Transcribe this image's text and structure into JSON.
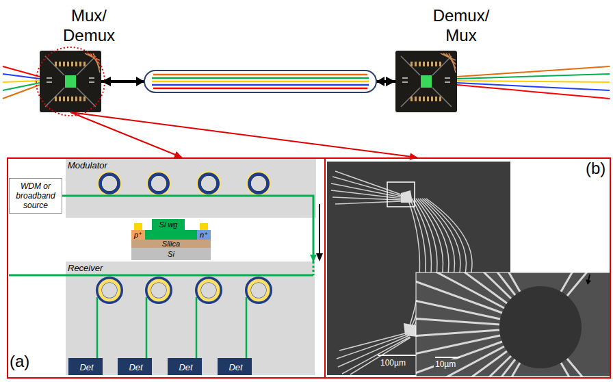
{
  "diagram": {
    "nodes": [
      {
        "text": [
          "Mux/ Demux"
        ]
      },
      {
        "text": [
          "Demux/ Mux"
        ]
      },
      {
        "text": [
          "(a)"
        ]
      },
      {
        "text": [
          "Modulator"
        ],
        "in": 2
      },
      {
        "text": [
          "WDM or broadband source"
        ],
        "in": 2
      },
      {
        "text": [
          "Si wg"
        ],
        "in": 2
      },
      {
        "text": [
          "p⁺"
        ],
        "in": 2
      },
      {
        "text": [
          "n⁺"
        ],
        "in": 2
      },
      {
        "text": [
          "Silica"
        ],
        "in": 2
      },
      {
        "text": [
          "Si"
        ],
        "in": 2
      },
      {
        "text": [
          "Receiver"
        ],
        "in": 2
      },
      {
        "text": [
          "Det"
        ],
        "in": 10
      },
      {
        "text": [
          "Det"
        ],
        "in": 10
      },
      {
        "text": [
          "Det"
        ],
        "in": 10
      },
      {
        "text": [
          "Det"
        ],
        "in": 10
      },
      {
        "text": [
          "(b)"
        ]
      }
    ],
    "edges": [
      {
        "from": 0,
        "to": 1,
        "arrow": "both"
      },
      {
        "from": 0,
        "to": 2,
        "arrow": "to"
      },
      {
        "from": 0,
        "to": 15,
        "arrow": "to"
      },
      {
        "from": 4,
        "to": 10,
        "arrow": "to"
      }
    ],
    "labels": [
      "100µm",
      "10µm"
    ]
  }
}
